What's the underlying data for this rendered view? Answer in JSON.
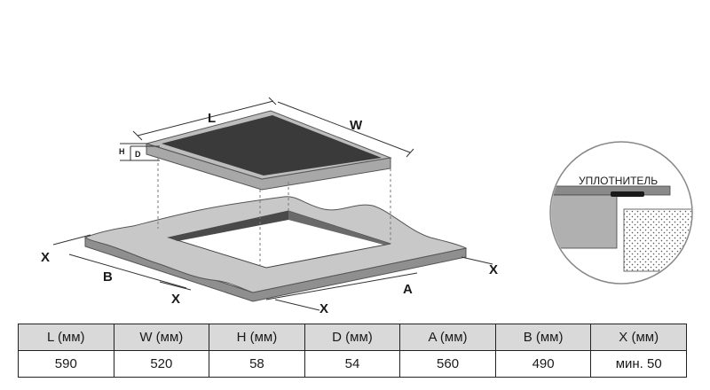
{
  "labels": {
    "L": "L",
    "W": "W",
    "H": "H",
    "D": "D",
    "A": "A",
    "B": "B",
    "X": "X",
    "seal": "УПЛОТНИТЕЛЬ"
  },
  "table": {
    "headers": [
      "L (мм)",
      "W (мм)",
      "H (мм)",
      "D (мм)",
      "A (мм)",
      "B (мм)",
      "X (мм)"
    ],
    "values": [
      "590",
      "520",
      "58",
      "54",
      "560",
      "490",
      "мин. 50"
    ]
  },
  "colors": {
    "glass": "#3a3a3a",
    "frame": "#b3b3b3",
    "counter_top": "#c8c8c8",
    "counter_side": "#9a9a9a",
    "cutout_edge": "#4a4a4a",
    "header_bg": "#d9d9d9"
  }
}
